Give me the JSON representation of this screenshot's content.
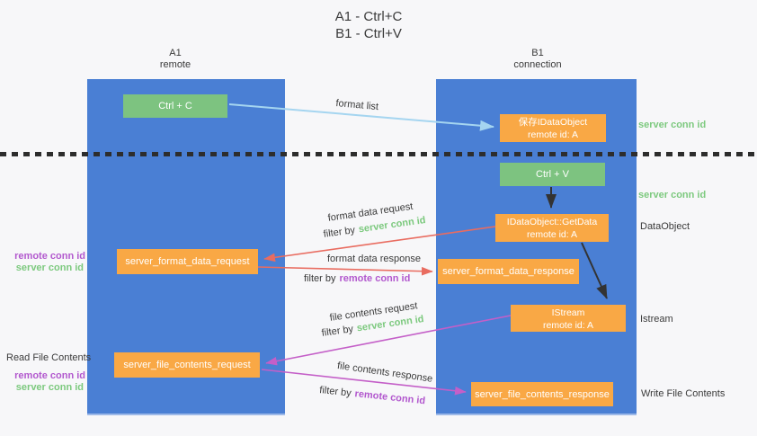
{
  "title": {
    "line1": "A1 - Ctrl+C",
    "line2": "B1 - Ctrl+V"
  },
  "columns": {
    "left": {
      "name": "A1",
      "role": "remote"
    },
    "right": {
      "name": "B1",
      "role": "connection"
    }
  },
  "nodes": {
    "ctrl_c": "Ctrl + C",
    "save_idataobject": {
      "line1": "保存IDataObject",
      "line2": "remote id: A"
    },
    "ctrl_v": "Ctrl + V",
    "getdata": {
      "line1": "IDataObject::GetData",
      "line2": "remote id: A"
    },
    "format_request": "server_format_data_request",
    "format_response": "server_format_data_response",
    "istream": {
      "line1": "IStream",
      "line2": "remote id: A"
    },
    "file_request": "server_file_contents_request",
    "file_response": "server_file_contents_response"
  },
  "arrow_labels": {
    "format_list": "format list",
    "format_data_request": "format data request",
    "format_data_response": "format data response",
    "file_contents_request": "file contents request",
    "file_contents_response": "file contents response",
    "filter_by": "filter by",
    "server_conn_id": "server conn id",
    "remote_conn_id": "remote conn id"
  },
  "side_labels": {
    "right_server_conn_id_1": "server conn id",
    "right_server_conn_id_2": "server conn id",
    "dataobject": "DataObject",
    "istream": "Istream",
    "write_file_contents": "Write File Contents",
    "left_remote_conn_id_1": "remote conn id",
    "left_server_conn_id_1": "server conn id",
    "read_file_contents": "Read File Contents",
    "left_remote_conn_id_2": "remote conn id",
    "left_server_conn_id_2": "server conn id"
  },
  "colors": {
    "column_blue": "#4A7FD4",
    "box_green": "#7DC380",
    "box_orange": "#F9A845",
    "text_green": "#7CC97E",
    "text_purple": "#B258CE",
    "arrow_red": "#E96C60",
    "arrow_magenta": "#C45FC8",
    "arrow_lightblue": "#A5D5F0",
    "arrow_black": "#333333",
    "text_dark": "#3A3A3A",
    "dash": "#2D2D2D",
    "bg": "#F7F7F9"
  }
}
